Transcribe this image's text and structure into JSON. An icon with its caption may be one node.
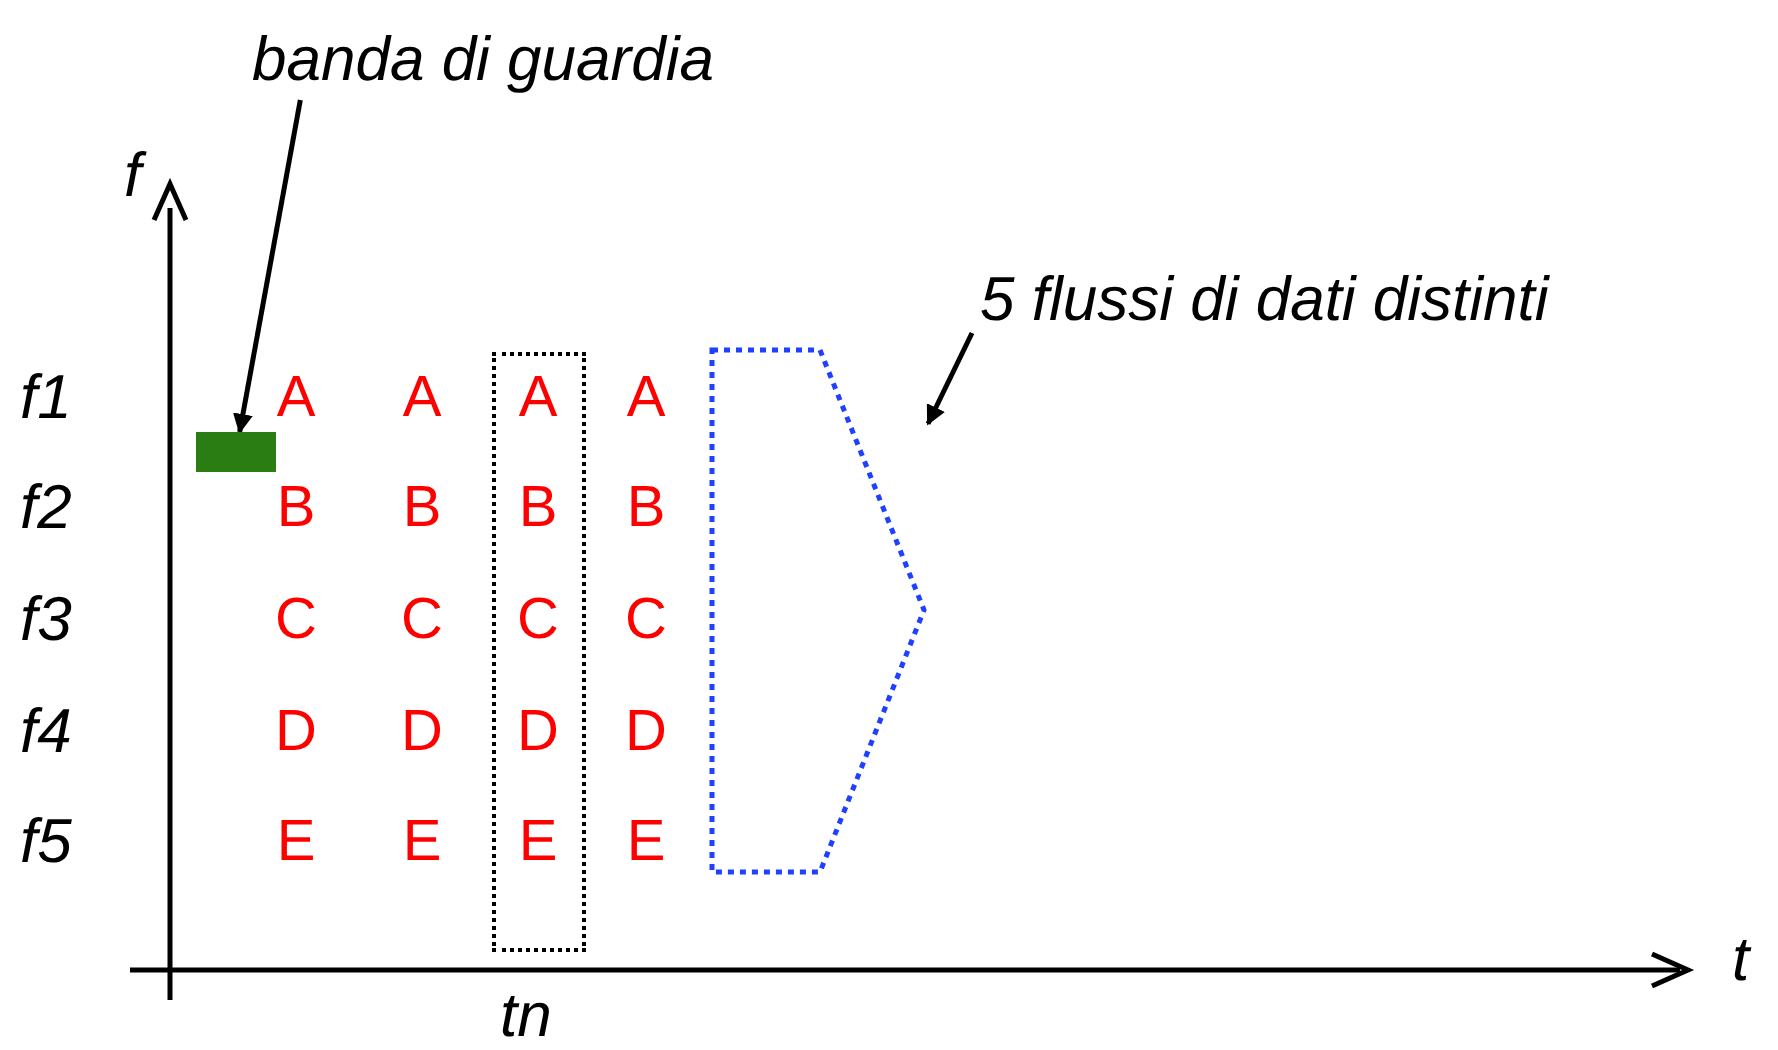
{
  "diagram": {
    "nodes": [
      {
        "text": [
          "banda di guardia"
        ]
      },
      {
        "text": [],
        "shape": "bar"
      },
      {
        "text": [
          "5 flussi di dati distinti"
        ]
      },
      {
        "text": [],
        "shape": "pentagon"
      },
      {
        "text": [
          "A",
          "B",
          "C",
          "D",
          "E"
        ]
      }
    ],
    "edges": [
      {
        "from": 0,
        "to": 1,
        "arrow": "to"
      },
      {
        "from": 2,
        "to": 3,
        "arrow": "to"
      }
    ],
    "labels": [
      "f",
      "f1",
      "A",
      "A",
      "A",
      "f2",
      "B",
      "B",
      "B",
      "f3",
      "C",
      "C",
      "C",
      "f4",
      "D",
      "D",
      "D",
      "f5",
      "E",
      "E",
      "E",
      "t",
      "tn"
    ]
  }
}
